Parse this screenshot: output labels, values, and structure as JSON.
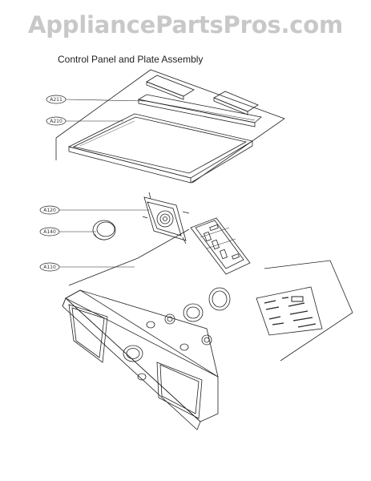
{
  "watermark": "AppliancePartsPros.com",
  "title": "Control Panel and Plate Assembly",
  "callouts": {
    "a211": "A211",
    "a210": "A210",
    "a120": "A120",
    "a140": "A140",
    "a110": "A110"
  },
  "colors": {
    "line": "#222222",
    "watermark": "#c8c8c8"
  }
}
